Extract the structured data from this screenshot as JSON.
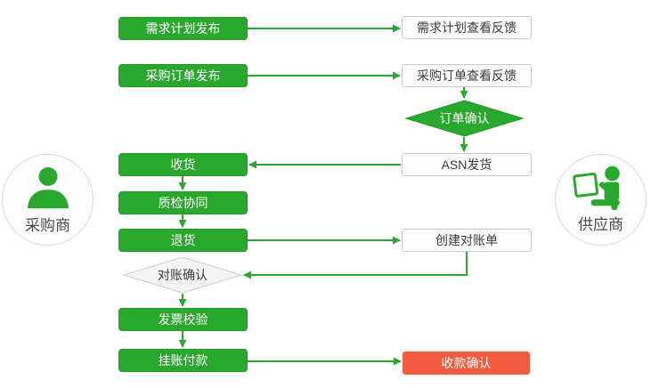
{
  "colors": {
    "green": "#2aa82e",
    "green_border": "#1f9a25",
    "red": "#f25b3f",
    "box_border": "#c9c9c9",
    "box_fill": "#fcfcfc",
    "text_dark": "#3c3c3c",
    "circle_border": "#d8d8d8",
    "actor_text": "#4a4a4a"
  },
  "actors": {
    "buyer": {
      "label": "采购商",
      "icon": "person-bust-icon"
    },
    "supplier": {
      "label": "供应商",
      "icon": "person-with-laptop-icon"
    }
  },
  "nodes": {
    "demand_plan_publish": {
      "label": "需求计划发布",
      "type": "process-buyer"
    },
    "demand_plan_feedback": {
      "label": "需求计划查看反馈",
      "type": "process-supplier"
    },
    "po_publish": {
      "label": "采购订单发布",
      "type": "process-buyer"
    },
    "po_feedback": {
      "label": "采购订单查看反馈",
      "type": "process-supplier"
    },
    "order_confirm": {
      "label": "订单确认",
      "type": "decision"
    },
    "asn_ship": {
      "label": "ASN发货",
      "type": "process-supplier"
    },
    "receive": {
      "label": "收货",
      "type": "process-buyer"
    },
    "quality_check": {
      "label": "质检协同",
      "type": "process-buyer"
    },
    "return_goods": {
      "label": "退货",
      "type": "process-buyer"
    },
    "create_statement": {
      "label": "创建对账单",
      "type": "process-supplier"
    },
    "reconcile_confirm": {
      "label": "对账确认",
      "type": "decision"
    },
    "invoice_verify": {
      "label": "发票校验",
      "type": "process-buyer"
    },
    "payment_on_account": {
      "label": "挂账付款",
      "type": "process-buyer"
    },
    "payment_confirm": {
      "label": "收款确认",
      "type": "process-highlight"
    }
  },
  "edges": [
    {
      "from": "demand_plan_publish",
      "to": "demand_plan_feedback"
    },
    {
      "from": "po_publish",
      "to": "po_feedback"
    },
    {
      "from": "po_feedback",
      "to": "order_confirm"
    },
    {
      "from": "order_confirm",
      "to": "asn_ship"
    },
    {
      "from": "asn_ship",
      "to": "receive"
    },
    {
      "from": "receive",
      "to": "quality_check"
    },
    {
      "from": "quality_check",
      "to": "return_goods"
    },
    {
      "from": "return_goods",
      "to": "create_statement"
    },
    {
      "from": "create_statement",
      "to": "reconcile_confirm"
    },
    {
      "from": "reconcile_confirm",
      "to": "invoice_verify"
    },
    {
      "from": "invoice_verify",
      "to": "payment_on_account"
    },
    {
      "from": "payment_on_account",
      "to": "payment_confirm"
    }
  ]
}
